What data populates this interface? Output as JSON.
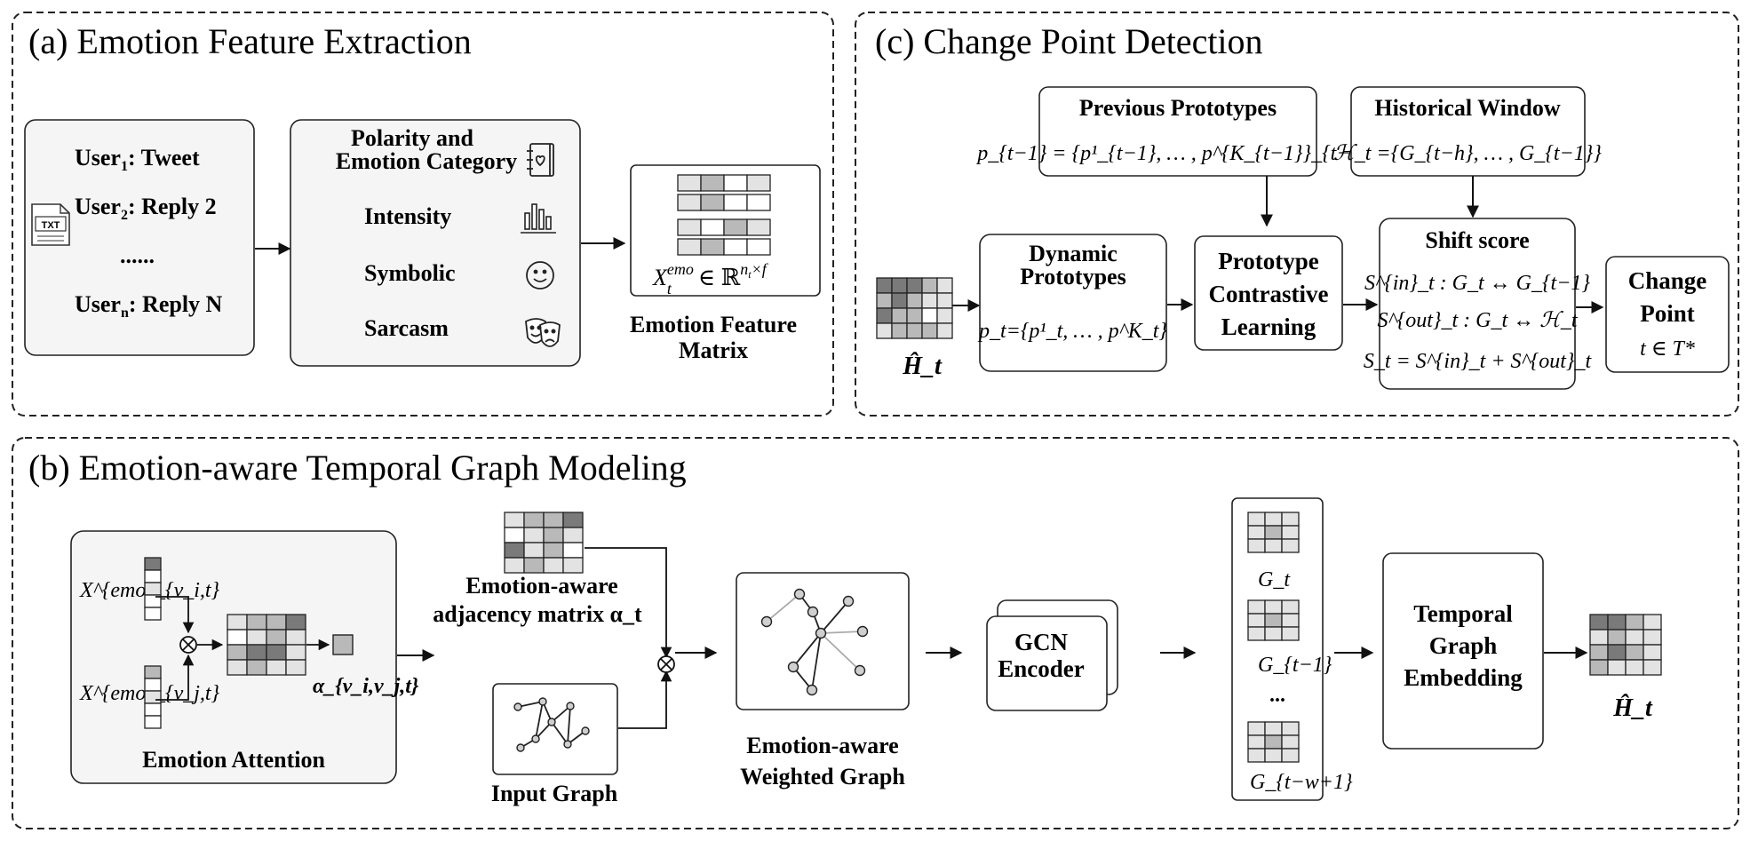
{
  "panel_a": {
    "title": "(a) Emotion Feature Extraction",
    "users": {
      "line1": "User",
      "line1_sub": "1",
      "line1_rest": ": Tweet",
      "line2": "User",
      "line2_sub": "2",
      "line2_rest": ": Reply 2",
      "dots": "......",
      "line3": "User",
      "line3_sub": "n",
      "line3_rest": ": Reply N",
      "file_icon_text": "TXT"
    },
    "features": {
      "polarity_line1": "Polarity and",
      "polarity_line2": "Emotion Category",
      "intensity": "Intensity",
      "symbolic": "Symbolic",
      "sarcasm": "Sarcasm"
    },
    "matrix_formula": "X",
    "matrix_formula_sup": "emo",
    "matrix_formula_sub": "t",
    "matrix_formula_rest": "∈ ℝ",
    "matrix_formula_sup2": "n",
    "matrix_formula_sup2_sub": "t",
    "matrix_formula_sup2_rest": "×f",
    "matrix_label_line1": "Emotion Feature",
    "matrix_label_line2": "Matrix"
  },
  "panel_c": {
    "title": "(c)  Change Point Detection",
    "prev_title": "Previous Prototypes",
    "prev_formula": "p_{t−1} = {p¹_{t−1}, … , p^{K_{t−1}}_{t−1}}",
    "hist_title": "Historical Window",
    "hist_formula": "ℋ_t ={G_{t−h}, … , G_{t−1}}",
    "h_label": "Ĥ_t",
    "dyn_line1": "Dynamic",
    "dyn_line2": "Prototypes",
    "dyn_formula": "p_t={p¹_t, … , p^K_t}",
    "pcl_line1": "Prototype",
    "pcl_line2": "Contrastive",
    "pcl_line3": "Learning",
    "shift_title": "Shift score",
    "shift_in": "S^{in}_t : G_t ↔ G_{t−1}",
    "shift_out": "S^{out}_t : G_t ↔ ℋ_t",
    "shift_sum": "S_t  =  S^{in}_t + S^{out}_t",
    "cp_line1": "Change",
    "cp_line2": "Point",
    "cp_formula": "t ∈ T*"
  },
  "panel_b": {
    "title": "(b) Emotion-aware Temporal Graph Modeling",
    "x_vi": "X^{emo}_{v_i,t}",
    "x_vj": "X^{emo}_{v_j,t}",
    "alpha_label": "α_{v_i,v_j,t}",
    "attention_label": "Emotion Attention",
    "adj_line1": "Emotion-aware",
    "adj_line2": "adjacency matrix α_t",
    "input_graph_label": "Input Graph",
    "weighted_line1": "Emotion-aware",
    "weighted_line2": "Weighted Graph",
    "gcn_line1": "GCN",
    "gcn_line2": "Encoder",
    "g_t": "G_t",
    "g_t1": "G_{t−1}",
    "g_dots": "...",
    "g_tw": "G_{t−w+1}",
    "tge_line1": "Temporal",
    "tge_line2": "Graph",
    "tge_line3": "Embedding",
    "h_out": "Ĥ_t"
  },
  "colors": {
    "dark": "#7a7a7a",
    "mid": "#b9b9b9",
    "light": "#e3e3e3",
    "panel_fill": "#f5f5f5"
  }
}
